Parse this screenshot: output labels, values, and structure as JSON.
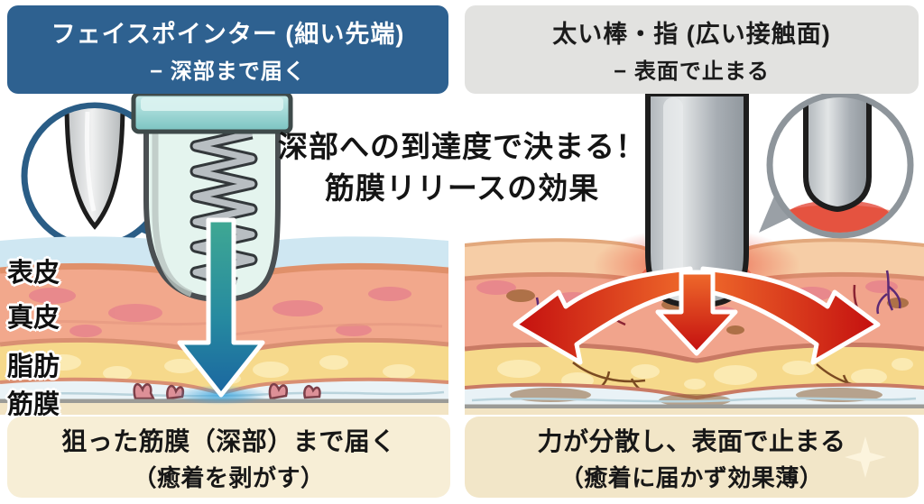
{
  "title": {
    "line1": "深部への到達度で決まる！",
    "line2": "筋膜リリースの効果"
  },
  "left_panel": {
    "header": {
      "line1": "フェイスポインター (細い先端)",
      "line2": "− 深部まで届く"
    },
    "caption": {
      "line1": "狙った筋膜（深部）まで届く",
      "line2": "（癒着を剥がす）"
    },
    "tool": "face-pointer-thin-tip-with-spring",
    "effect": "force-reaches-fascia-deep-layer"
  },
  "right_panel": {
    "header": {
      "line1": "太い棒・指 (広い接触面)",
      "line2": "− 表面で止まる"
    },
    "caption": {
      "line1": "力が分散し、表面で止まる",
      "line2": "（癒着に届かず効果薄）"
    },
    "tool": "thick-rod-wide-contact",
    "effect": "force-disperses-at-surface"
  },
  "skin_labels": [
    {
      "text": "表皮"
    },
    {
      "text": "真皮"
    },
    {
      "text": "脂肪"
    },
    {
      "text": "筋膜"
    }
  ],
  "icons": [
    {
      "name": "zoom-callout-left",
      "meaning": "magnified thin tip"
    },
    {
      "name": "zoom-callout-right",
      "meaning": "magnified wide tip pressing skin"
    },
    {
      "name": "deep-arrow",
      "meaning": "single force arrow reaching fascia"
    },
    {
      "name": "spread-arrows",
      "meaning": "force dispersing sideways"
    },
    {
      "name": "sparkle-icon",
      "meaning": "decorative sparkle"
    }
  ],
  "colors": {
    "left_header_bg": "#2e6190",
    "right_header_bg": "#e2e2e0",
    "left_caption_bg": "#f7eed6",
    "right_caption_bg": "#f2e6c8",
    "deep_arrow_top": "#39a692",
    "deep_arrow_bottom": "#176ea8",
    "spread_arrow": "#c70f0f",
    "dermis": "#f2a88c",
    "fat": "#f6d98b",
    "fascia": "#eaf3f7",
    "surface_blue": "#cfe7f2"
  }
}
